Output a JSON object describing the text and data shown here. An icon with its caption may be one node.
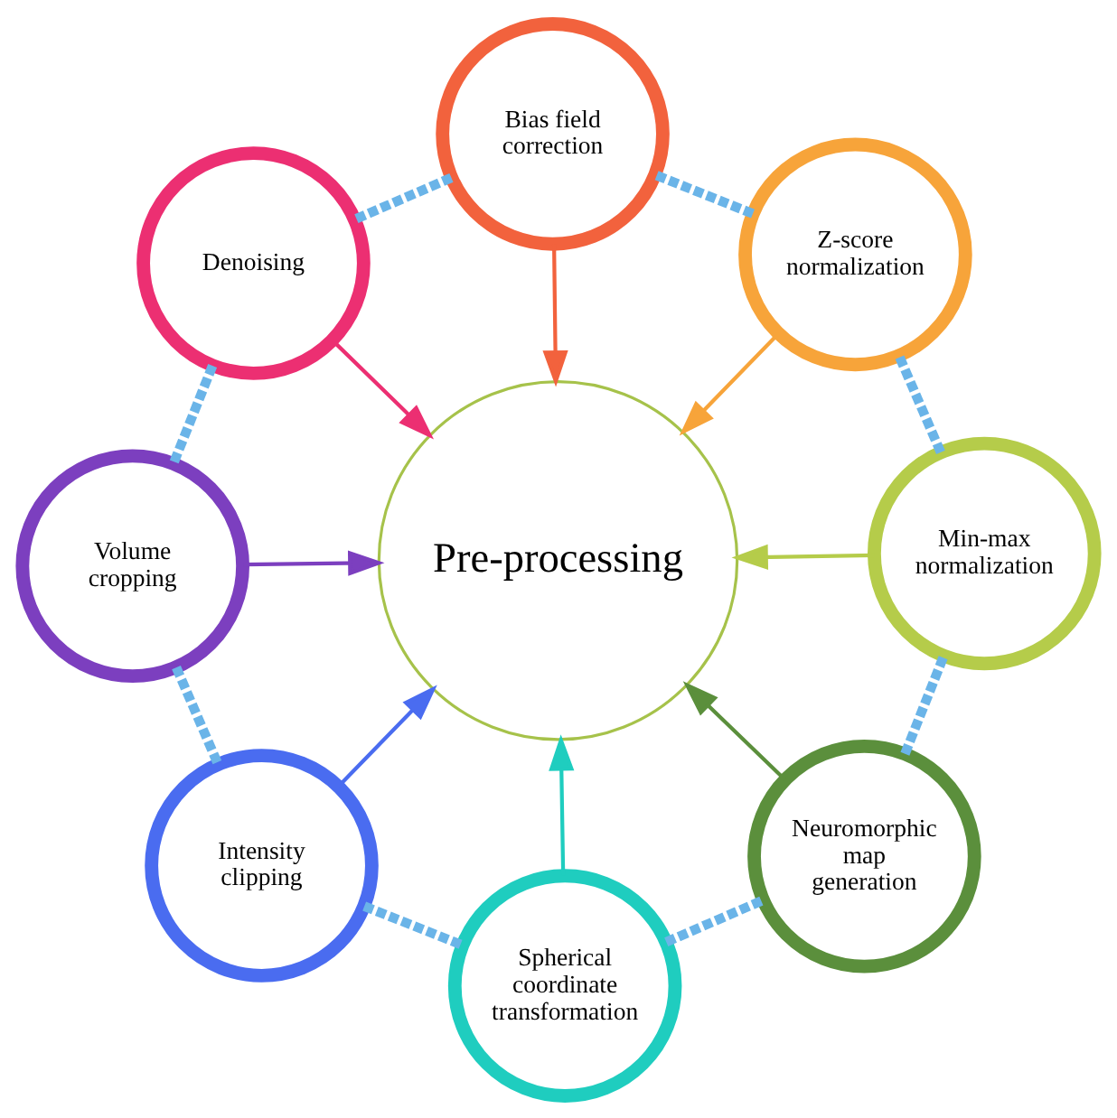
{
  "diagram": {
    "nodes": [
      {
        "text": [
          "Pre-processing"
        ]
      },
      {
        "text": [
          "Min-max normalization"
        ]
      },
      {
        "text": [
          "Z-score normalization"
        ]
      },
      {
        "text": [
          "Bias field correction"
        ]
      },
      {
        "text": [
          "Denoising"
        ]
      },
      {
        "text": [
          "Volume cropping"
        ]
      },
      {
        "text": [
          "Intensity clipping"
        ]
      },
      {
        "text": [
          "Spherical coordinate transformation"
        ]
      },
      {
        "text": [
          "Neuromorphic map generation"
        ]
      }
    ],
    "edges": [
      {
        "from": 1,
        "to": 0,
        "arrow": "to",
        "color": "#b5cc4a"
      },
      {
        "from": 2,
        "to": 0,
        "arrow": "to",
        "color": "#f7a43a"
      },
      {
        "from": 3,
        "to": 0,
        "arrow": "to",
        "color": "#f2623d"
      },
      {
        "from": 4,
        "to": 0,
        "arrow": "to",
        "color": "#ec2f72"
      },
      {
        "from": 5,
        "to": 0,
        "arrow": "to",
        "color": "#7c3fbf"
      },
      {
        "from": 6,
        "to": 0,
        "arrow": "to",
        "color": "#4a6cf0"
      },
      {
        "from": 7,
        "to": 0,
        "arrow": "to",
        "color": "#1fcdbf"
      },
      {
        "from": 8,
        "to": 0,
        "arrow": "to",
        "color": "#5b8f3c"
      },
      {
        "from": 1,
        "to": 2,
        "arrow": "none",
        "style": "dashed"
      },
      {
        "from": 2,
        "to": 3,
        "arrow": "none",
        "style": "dashed"
      },
      {
        "from": 3,
        "to": 4,
        "arrow": "none",
        "style": "dashed"
      },
      {
        "from": 4,
        "to": 5,
        "arrow": "none",
        "style": "dashed"
      },
      {
        "from": 5,
        "to": 6,
        "arrow": "none",
        "style": "dashed"
      },
      {
        "from": 6,
        "to": 7,
        "arrow": "none",
        "style": "dashed"
      },
      {
        "from": 7,
        "to": 8,
        "arrow": "none",
        "style": "dashed"
      },
      {
        "from": 8,
        "to": 1,
        "arrow": "none",
        "style": "dashed"
      }
    ]
  }
}
